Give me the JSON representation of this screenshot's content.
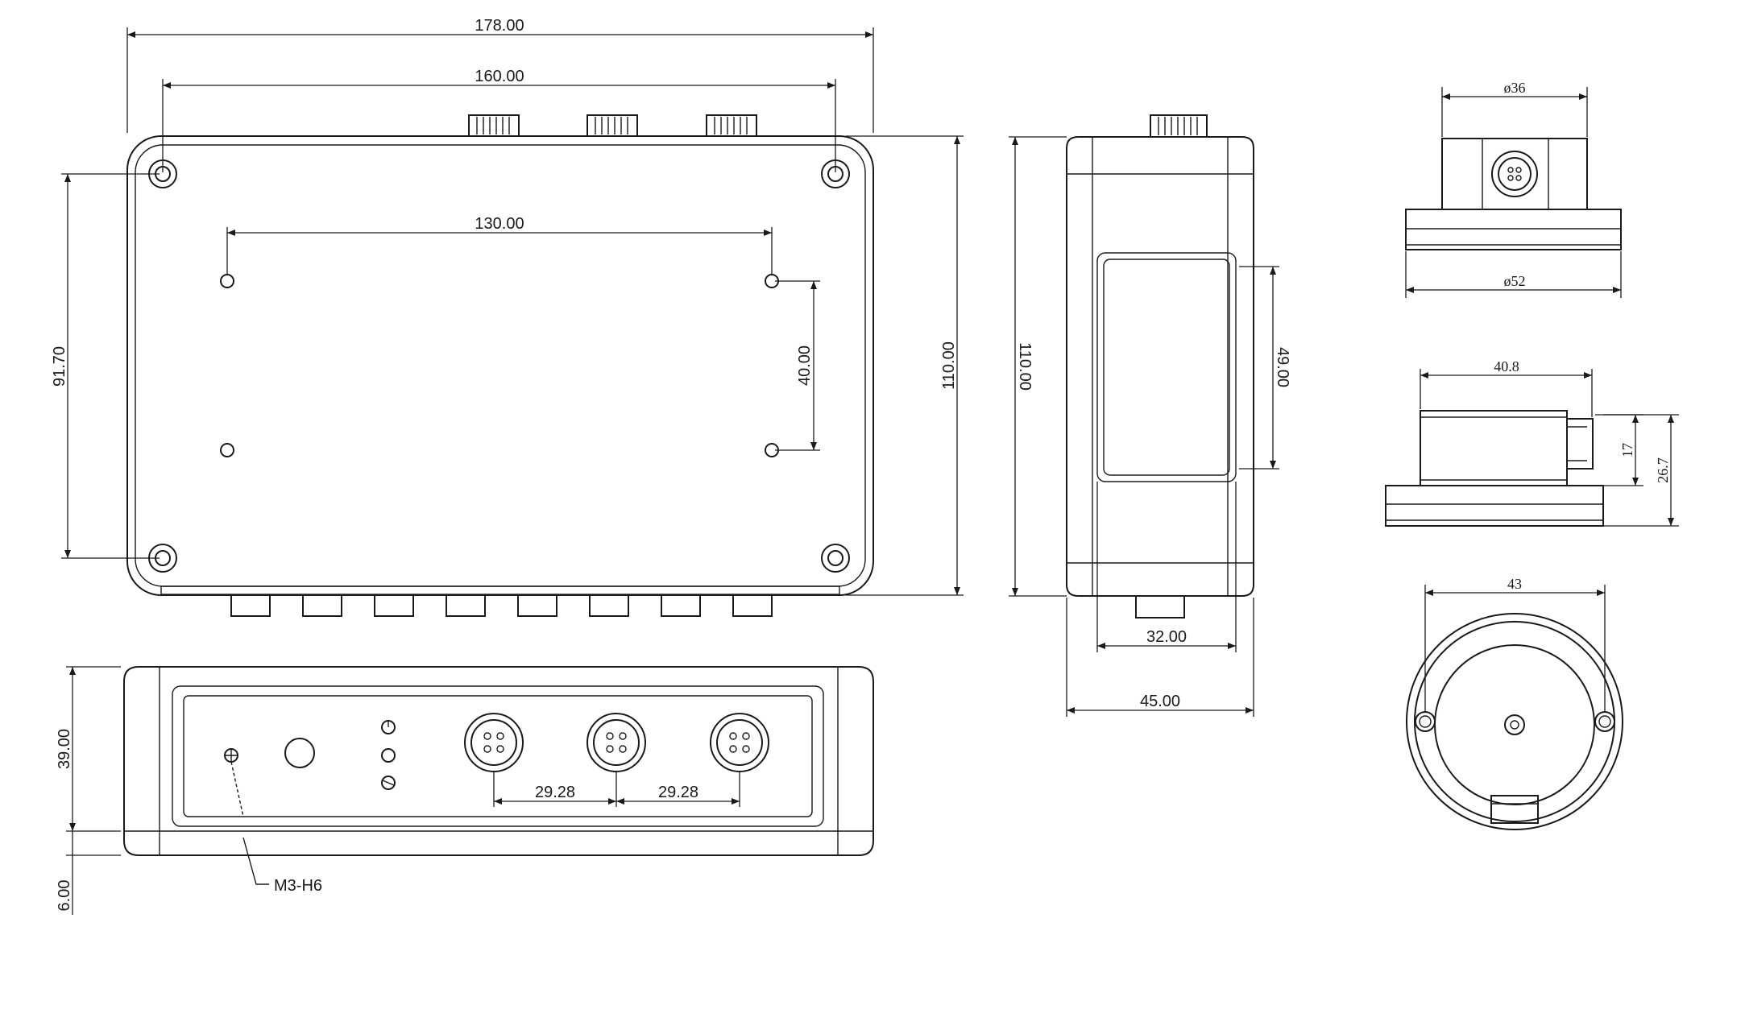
{
  "dimensions": {
    "w178": "178.00",
    "w160": "160.00",
    "w130": "130.00",
    "h9170": "91.70",
    "h4000": "40.00",
    "h11000a": "110.00",
    "h11000b": "110.00",
    "h4900": "49.00",
    "w3200": "32.00",
    "w4500": "45.00",
    "h3900": "39.00",
    "h600": "6.00",
    "p2928a": "29.28",
    "p2928b": "29.28",
    "m3h6": "M3-H6",
    "d36": "ø36",
    "d52": "ø52",
    "w408": "40.8",
    "h17": "17",
    "h267": "26.7",
    "w43": "43"
  }
}
